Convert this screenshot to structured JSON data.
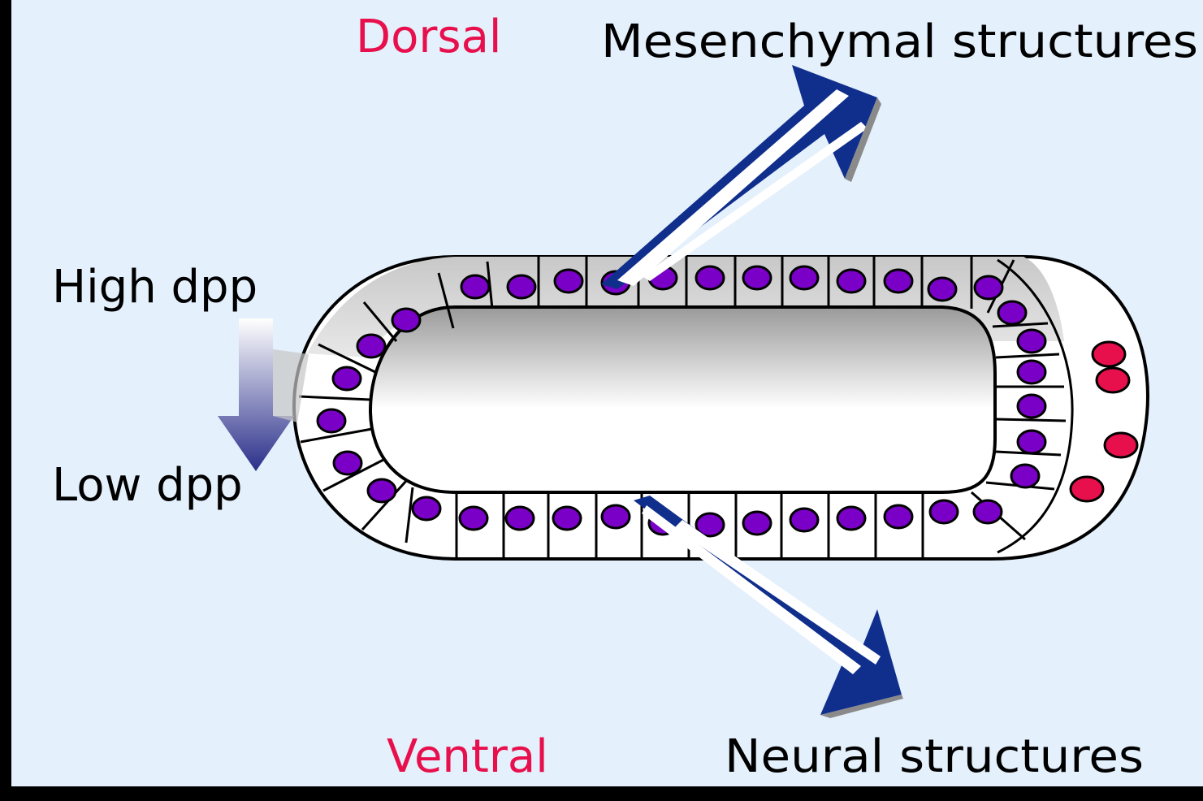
{
  "labels": {
    "dorsal": "Dorsal",
    "ventral": "Ventral",
    "mesenchymal": "Mesenchymal structures",
    "neural": "Neural structures",
    "high_dpp": "High dpp",
    "low_dpp": "Low dpp"
  },
  "colors": {
    "background": "#e4f0fc",
    "frame": "#000000",
    "orientation_text": "#e8104c",
    "body_text": "#000000",
    "nucleus": "#7a00c8",
    "pole_cell": "#e8104c",
    "arrow": "#102f8c",
    "gradient_top": "#ffffff",
    "gradient_bottom": "#2a2f8a"
  },
  "icons": {
    "gradient_arrow": "down-arrow",
    "dorsal_arrow": "arrow-up-right",
    "ventral_arrow": "arrow-down-right"
  }
}
